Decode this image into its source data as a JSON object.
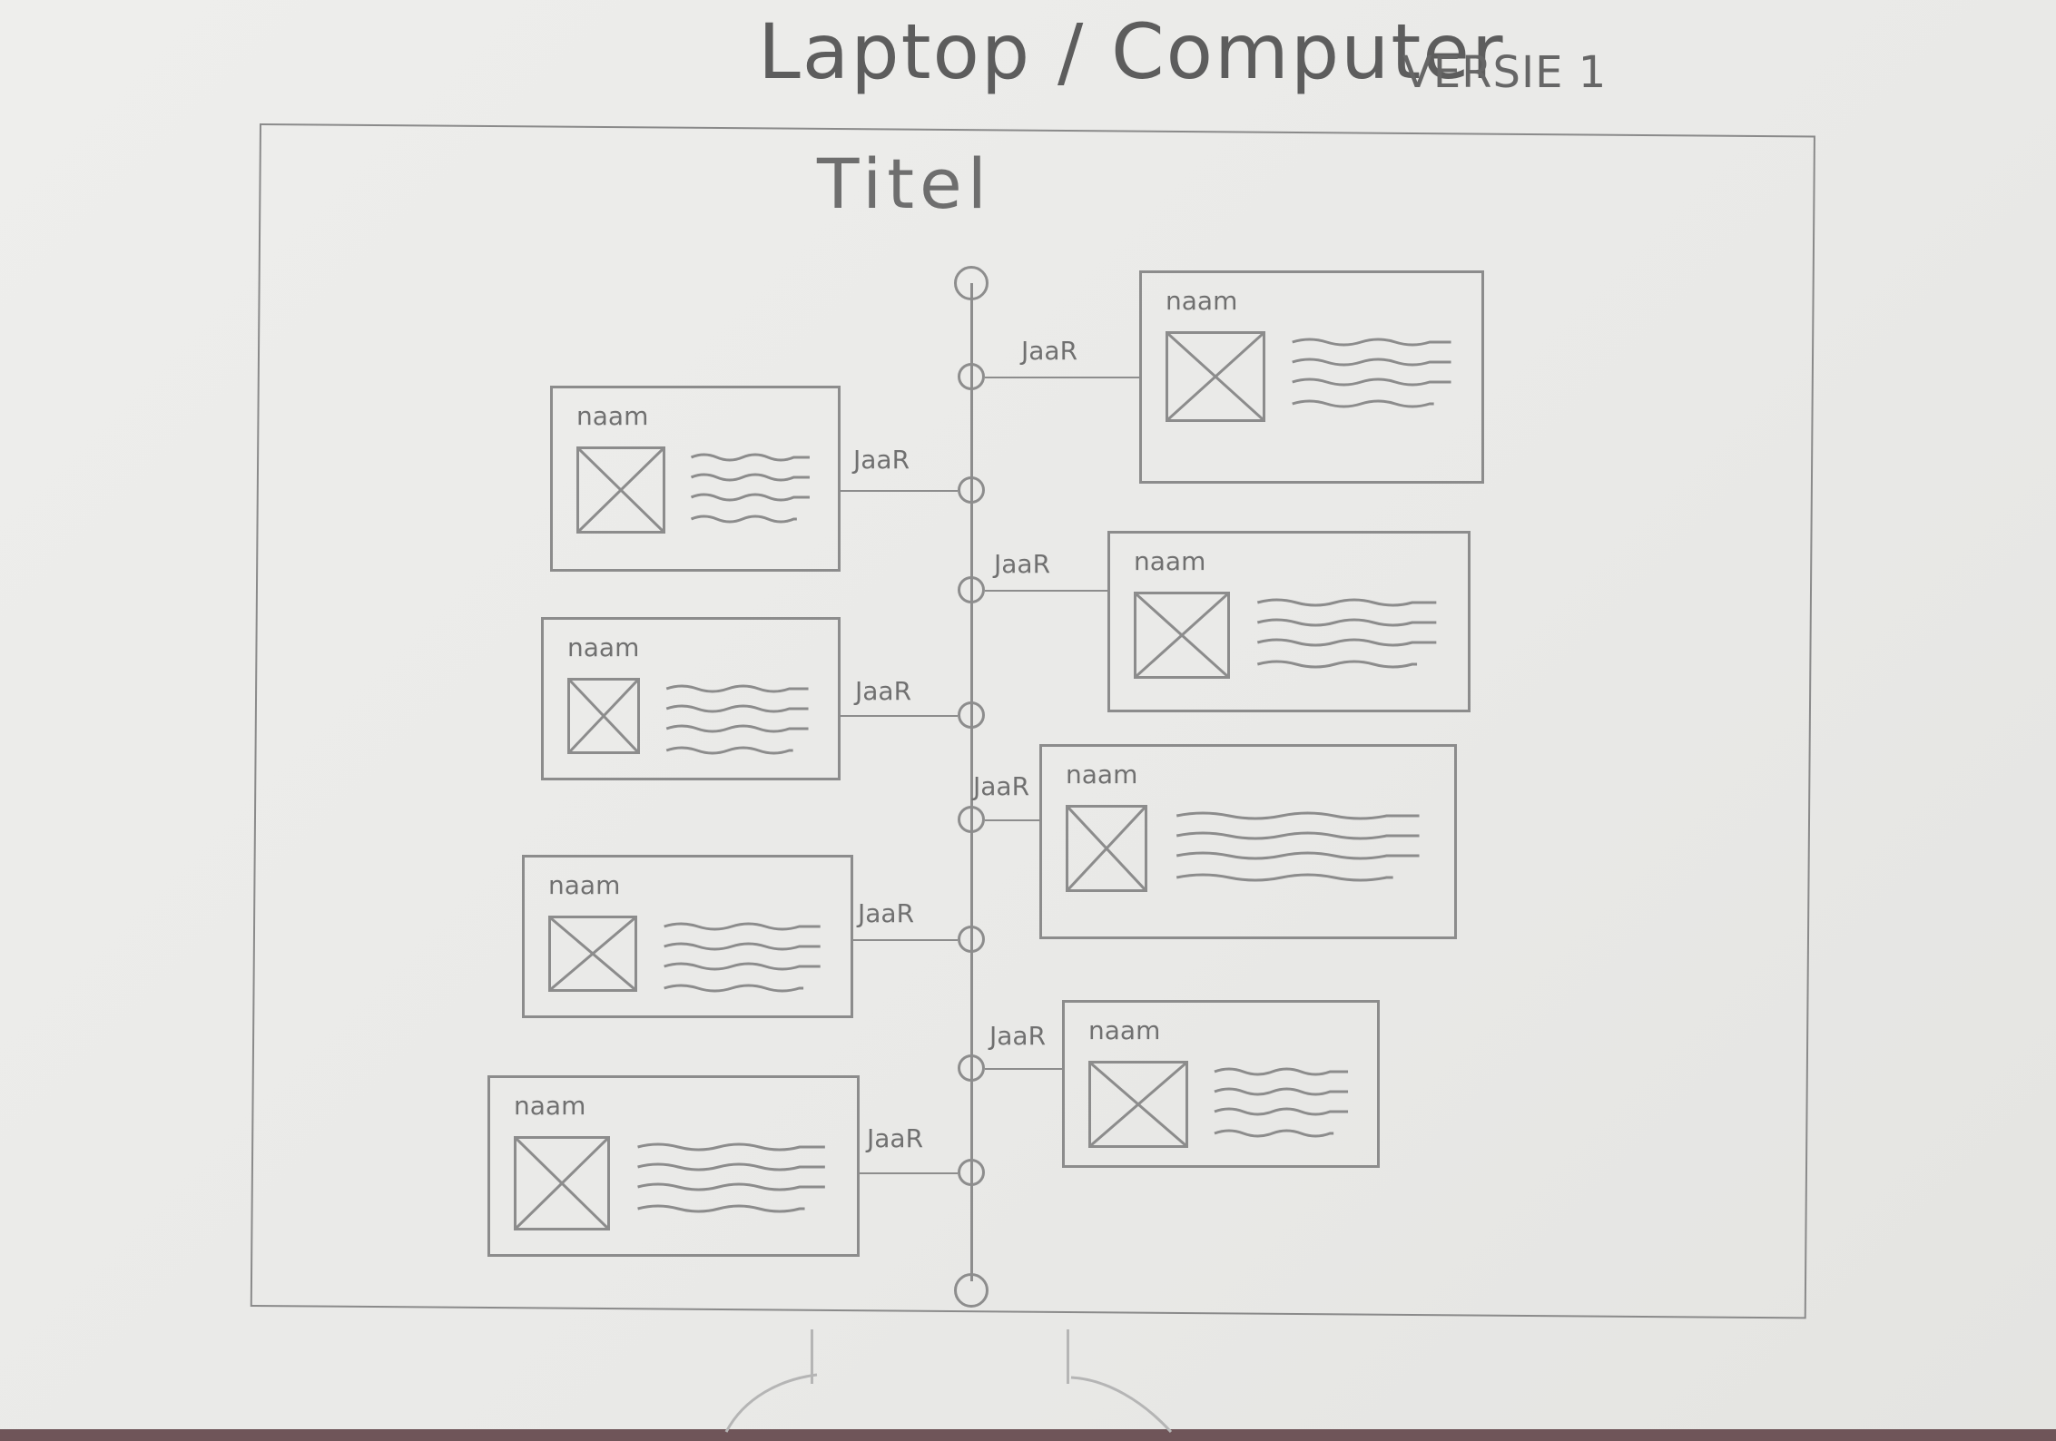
{
  "sheet": {
    "title": "Laptop / Computer",
    "version": "VERSIE 1"
  },
  "page": {
    "title": "Titel"
  },
  "timeline": {
    "entries": [
      {
        "year": "JaaR",
        "name": "naam",
        "side": "right"
      },
      {
        "year": "JaaR",
        "name": "naam",
        "side": "left"
      },
      {
        "year": "JaaR",
        "name": "naam",
        "side": "right"
      },
      {
        "year": "JaaR",
        "name": "naam",
        "side": "left"
      },
      {
        "year": "JaaR",
        "name": "naam",
        "side": "right"
      },
      {
        "year": "JaaR",
        "name": "naam",
        "side": "left"
      },
      {
        "year": "JaaR",
        "name": "naam",
        "side": "right"
      },
      {
        "year": "JaaR",
        "name": "naam",
        "side": "left"
      }
    ]
  },
  "icons": {
    "image_placeholder": "image-placeholder-icon",
    "text_placeholder": "text-lines-icon"
  },
  "colors": {
    "pencil": "#8c8c8c",
    "paper": "#ececea",
    "table": "#6f5559"
  }
}
